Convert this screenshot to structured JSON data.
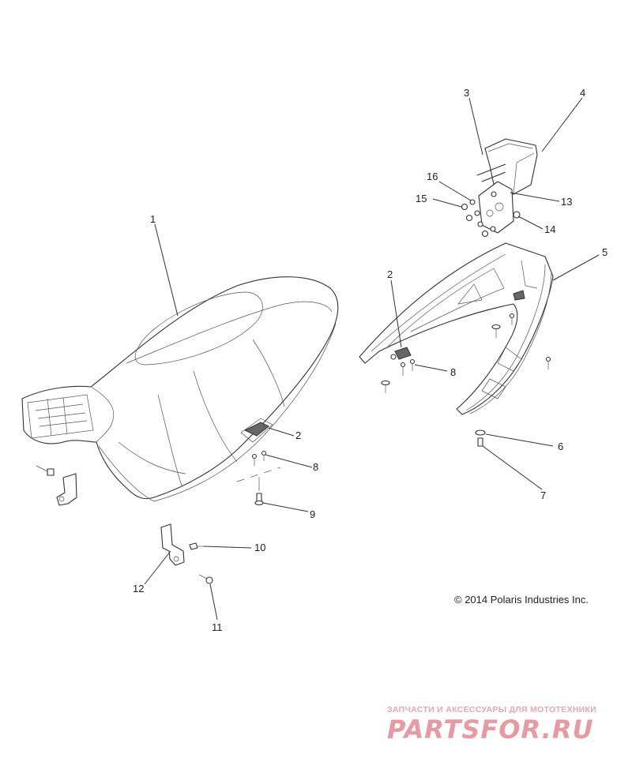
{
  "callouts": [
    {
      "id": "c1",
      "label": "1"
    },
    {
      "id": "c2a",
      "label": "2"
    },
    {
      "id": "c2b",
      "label": "2"
    },
    {
      "id": "c3",
      "label": "3"
    },
    {
      "id": "c4",
      "label": "4"
    },
    {
      "id": "c5",
      "label": "5"
    },
    {
      "id": "c6",
      "label": "6"
    },
    {
      "id": "c7",
      "label": "7"
    },
    {
      "id": "c8a",
      "label": "8"
    },
    {
      "id": "c8b",
      "label": "8"
    },
    {
      "id": "c9",
      "label": "9"
    },
    {
      "id": "c10",
      "label": "10"
    },
    {
      "id": "c11",
      "label": "11"
    },
    {
      "id": "c12",
      "label": "12"
    },
    {
      "id": "c13",
      "label": "13"
    },
    {
      "id": "c14",
      "label": "14"
    },
    {
      "id": "c15",
      "label": "15"
    },
    {
      "id": "c16",
      "label": "16"
    }
  ],
  "copyright": "© 2014 Polaris Industries Inc.",
  "watermark": {
    "tagline": "ЗАПЧАСТИ И АКСЕССУАРЫ ДЛЯ МОТОТЕХНИКИ",
    "brand": "PARTSFOR.RU",
    "color": "#e79aa1"
  }
}
